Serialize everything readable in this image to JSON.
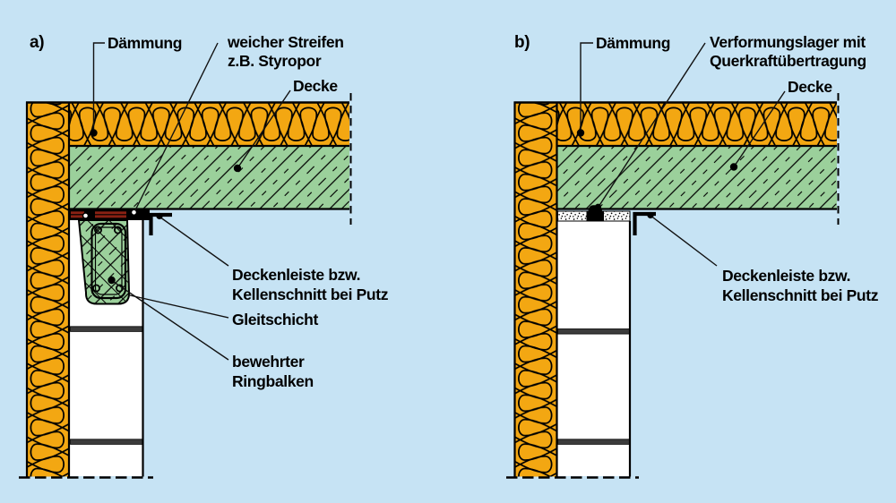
{
  "figure": {
    "panel_a": {
      "tag": "a)",
      "labels": {
        "daemmung": "Dämmung",
        "weicher_streifen_1": "weicher Streifen",
        "weicher_streifen_2": "z.B. Styropor",
        "decke": "Decke",
        "deckenleiste_1": "Deckenleiste bzw.",
        "deckenleiste_2": "Kellenschnitt bei Putz",
        "gleitschicht": "Gleitschicht",
        "ringbalken_1": "bewehrter",
        "ringbalken_2": "Ringbalken"
      }
    },
    "panel_b": {
      "tag": "b)",
      "labels": {
        "daemmung": "Dämmung",
        "verformungslager_1": "Verformungslager mit",
        "verformungslager_2": "Querkraftübertragung",
        "decke": "Decke",
        "deckenleiste_1": "Deckenleiste bzw.",
        "deckenleiste_2": "Kellenschnitt bei Putz"
      }
    },
    "colors": {
      "background": "#c6e3f4",
      "insulation": "#f3a712",
      "concrete": "#9bd09b",
      "soft_strip": "#8a2113",
      "line": "#000000"
    }
  }
}
